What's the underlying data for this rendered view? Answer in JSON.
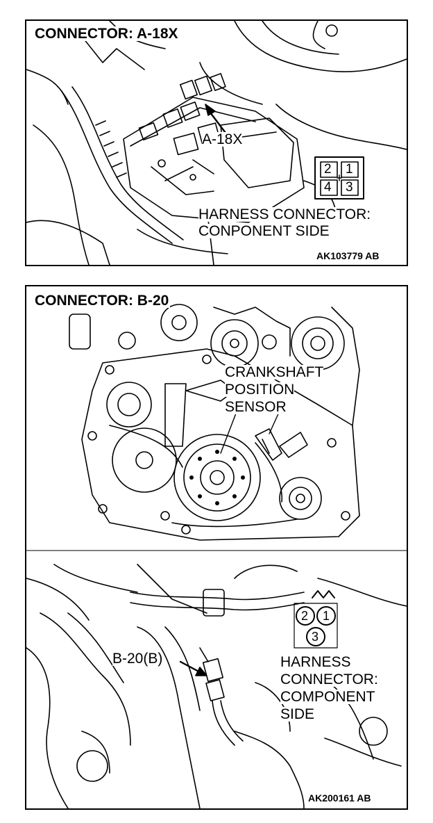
{
  "panel_a": {
    "title": "CONNECTOR: A-18X",
    "pointer_label": "A-18X",
    "connector_pins": [
      "2",
      "1",
      "4",
      "3"
    ],
    "caption_line1": "HARNESS CONNECTOR:",
    "caption_line2": "CONPONENT SIDE",
    "ref_code": "AK103779 AB"
  },
  "panel_b": {
    "title": "CONNECTOR: B-20",
    "sensor_line1": "CRANKSHAFT",
    "sensor_line2": "POSITION",
    "sensor_line3": "SENSOR",
    "pointer_label": "B-20(B)",
    "connector_pins": [
      "2",
      "1",
      "3"
    ],
    "caption_line1": "HARNESS",
    "caption_line2": "CONNECTOR:",
    "caption_line3": "COMPONENT",
    "caption_line4": "SIDE",
    "ref_code": "AK200161 AB"
  }
}
